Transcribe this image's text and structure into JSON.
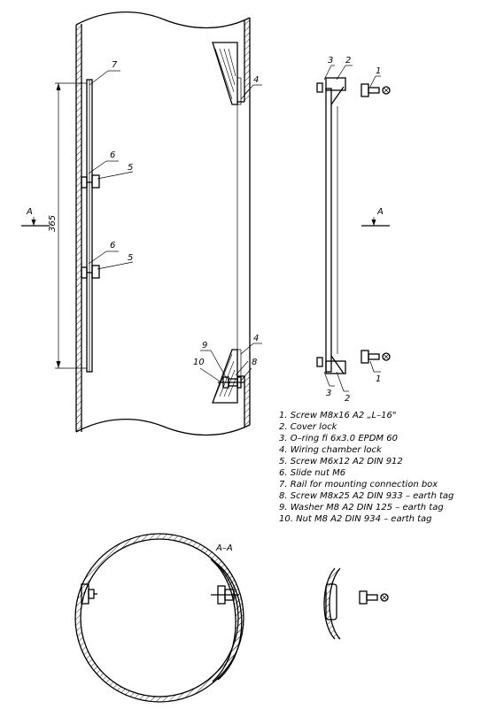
{
  "callouts": {
    "n1": "1",
    "n2": "2",
    "n3": "3",
    "n4": "4",
    "n5": "5",
    "n6": "6",
    "n7": "7",
    "n8": "8",
    "n9": "9",
    "n10": "10"
  },
  "section_marker": "A",
  "section_title": "A–A",
  "dimension": "365",
  "parts_list": [
    "1. Screw M8x16 A2 „L–16\"",
    "2. Cover lock",
    "3. O–ring fi 6x3.0 EPDM 60",
    "4. Wiring chamber lock",
    "5. Screw M6x12 A2 DIN 912",
    "6. Slide nut M6",
    "7. Rail for mounting connection box",
    "8. Screw M8x25 A2 DIN 933 – earth tag",
    "9. Washer M8 A2 DIN 125 – earth tag",
    "10. Nut M8 A2 DIN 934 – earth tag"
  ]
}
